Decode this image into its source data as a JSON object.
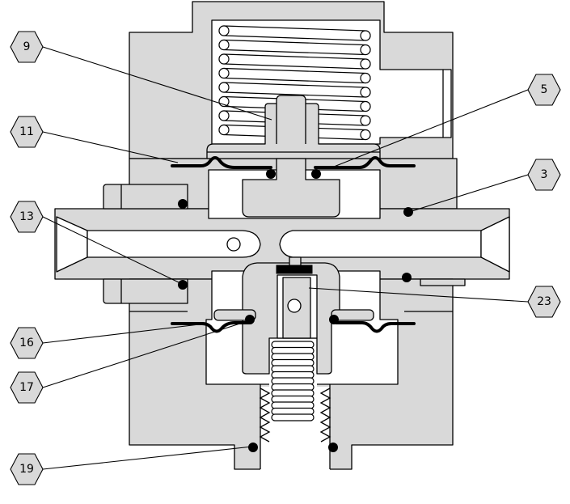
{
  "callouts": {
    "left": [
      {
        "label": "9"
      },
      {
        "label": "11"
      },
      {
        "label": "13"
      },
      {
        "label": "16"
      },
      {
        "label": "17"
      },
      {
        "label": "19"
      }
    ],
    "right": [
      {
        "label": "5"
      },
      {
        "label": "3"
      },
      {
        "label": "23"
      }
    ]
  },
  "colors": {
    "body_fill": "#d9d9d9",
    "outline": "#000000",
    "seal": "#000000",
    "callout_fill": "#d9d9d9"
  }
}
